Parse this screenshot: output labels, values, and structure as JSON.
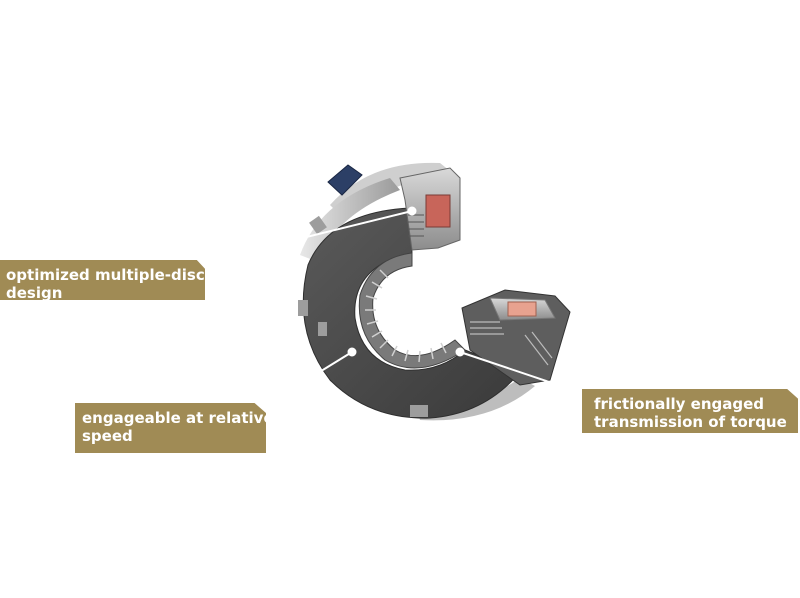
{
  "callouts": {
    "multiple_disc": [
      "optimized multiple-disc",
      "design"
    ],
    "relative_speed": [
      "engageable at relative",
      "speed"
    ],
    "torque": [
      "frictionally engaged",
      "transmission of torque"
    ]
  },
  "colors": {
    "callout_bg": "#a08b55",
    "callout_text": "#ffffff",
    "housing_dark": "#4a4a4a",
    "housing_light": "#d6d6d6",
    "friction_pad": "#c8655a",
    "actuator_blue": "#2c3f66"
  }
}
